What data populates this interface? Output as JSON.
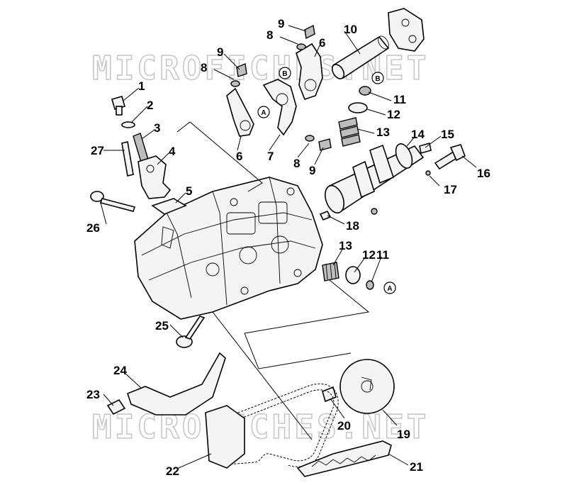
{
  "watermark": "MICROFICHES.NET",
  "callouts": [
    {
      "id": "c1",
      "text": "1"
    },
    {
      "id": "c2",
      "text": "2"
    },
    {
      "id": "c3",
      "text": "3"
    },
    {
      "id": "c4",
      "text": "4"
    },
    {
      "id": "c5",
      "text": "5"
    },
    {
      "id": "c6a",
      "text": "6"
    },
    {
      "id": "c6b",
      "text": "6"
    },
    {
      "id": "c7",
      "text": "7"
    },
    {
      "id": "c8a",
      "text": "8"
    },
    {
      "id": "c8b",
      "text": "8"
    },
    {
      "id": "c8c",
      "text": "8"
    },
    {
      "id": "c9a",
      "text": "9"
    },
    {
      "id": "c9b",
      "text": "9"
    },
    {
      "id": "c9c",
      "text": "9"
    },
    {
      "id": "c10",
      "text": "10"
    },
    {
      "id": "c11a",
      "text": "11"
    },
    {
      "id": "c11b",
      "text": "11"
    },
    {
      "id": "c12a",
      "text": "12"
    },
    {
      "id": "c12b",
      "text": "12"
    },
    {
      "id": "c13a",
      "text": "13"
    },
    {
      "id": "c13b",
      "text": "13"
    },
    {
      "id": "c14",
      "text": "14"
    },
    {
      "id": "c15",
      "text": "15"
    },
    {
      "id": "c16",
      "text": "16"
    },
    {
      "id": "c17",
      "text": "17"
    },
    {
      "id": "c18",
      "text": "18"
    },
    {
      "id": "c19",
      "text": "19"
    },
    {
      "id": "c20",
      "text": "20"
    },
    {
      "id": "c21",
      "text": "21"
    },
    {
      "id": "c22",
      "text": "22"
    },
    {
      "id": "c23",
      "text": "23"
    },
    {
      "id": "c24",
      "text": "24"
    },
    {
      "id": "c25",
      "text": "25"
    },
    {
      "id": "c26",
      "text": "26"
    },
    {
      "id": "c27",
      "text": "27"
    }
  ],
  "circle_markers": [
    {
      "id": "ma1",
      "text": "A"
    },
    {
      "id": "ma2",
      "text": "A"
    },
    {
      "id": "mb1",
      "text": "B"
    },
    {
      "id": "mb2",
      "text": "B"
    }
  ]
}
